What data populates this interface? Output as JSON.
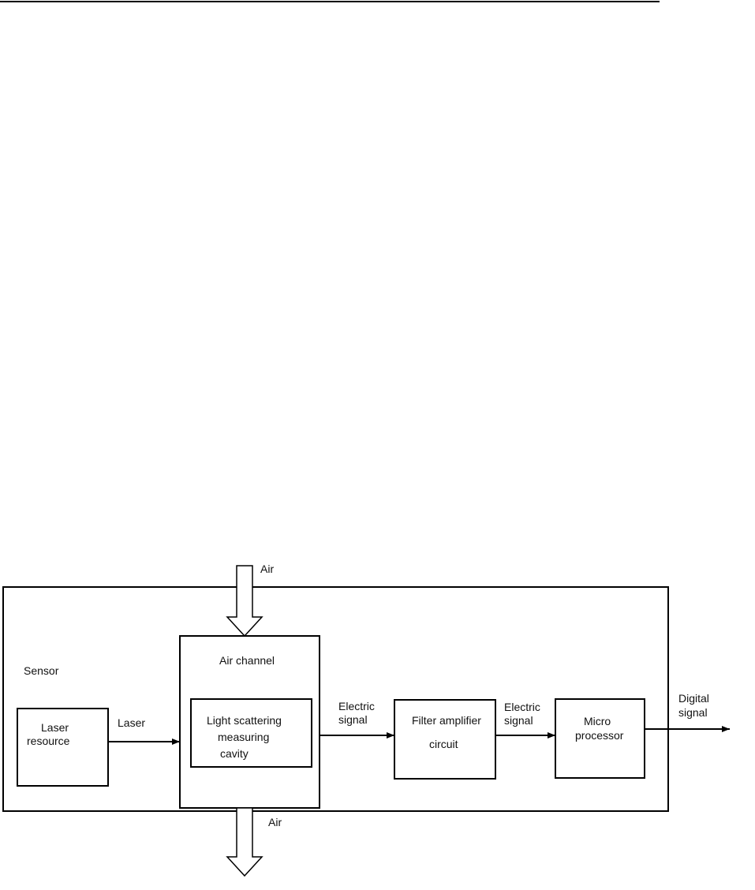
{
  "diagram": {
    "sensor_label": "Sensor",
    "air_in_label": "Air",
    "air_out_label": "Air",
    "air_channel_label": "Air channel",
    "laser_resource": {
      "line1": "Laser",
      "line2": "resource"
    },
    "laser_arrow_label": "Laser",
    "cavity": {
      "line1": "Light scattering",
      "line2": "measuring",
      "line3": "cavity"
    },
    "electric_signal_1": {
      "line1": "Electric",
      "line2": "signal"
    },
    "filter_amplifier": {
      "line1": "Filter amplifier",
      "line2": "circuit"
    },
    "electric_signal_2": {
      "line1": "Electric",
      "line2": "signal"
    },
    "micro_processor": {
      "line1": "Micro",
      "line2": "processor"
    },
    "digital_signal": {
      "line1": "Digital",
      "line2": "signal"
    }
  }
}
